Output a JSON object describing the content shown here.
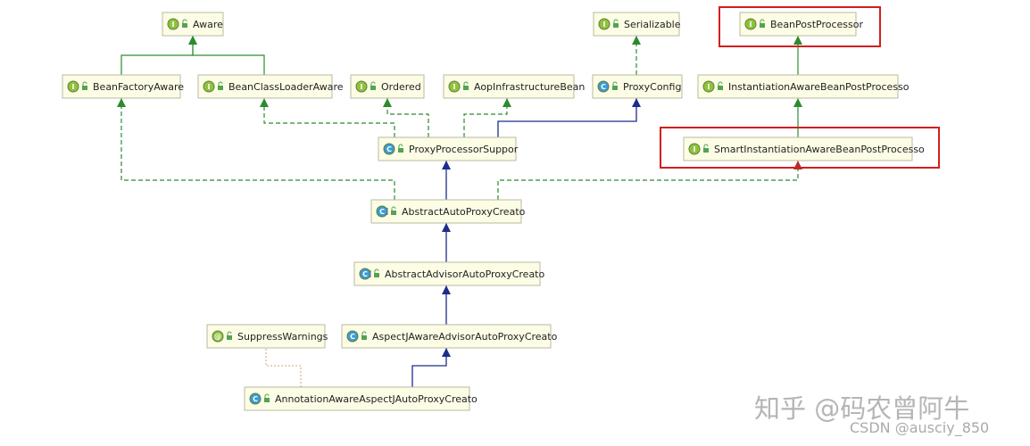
{
  "nodes": [
    {
      "id": "aware",
      "label": "Aware",
      "kind": "I"
    },
    {
      "id": "serializable",
      "label": "Serializable",
      "kind": "I"
    },
    {
      "id": "beanPostProcessor",
      "label": "BeanPostProcessor",
      "kind": "I"
    },
    {
      "id": "beanFactoryAware",
      "label": "BeanFactoryAware",
      "kind": "I"
    },
    {
      "id": "beanClassLoaderAware",
      "label": "BeanClassLoaderAware",
      "kind": "I"
    },
    {
      "id": "ordered",
      "label": "Ordered",
      "kind": "I"
    },
    {
      "id": "aopInfrastructureBean",
      "label": "AopInfrastructureBean",
      "kind": "I"
    },
    {
      "id": "proxyConfig",
      "label": "ProxyConfig",
      "kind": "C"
    },
    {
      "id": "instantiationAwareBPP",
      "label": "InstantiationAwareBeanPostProcesso",
      "kind": "I"
    },
    {
      "id": "proxyProcessorSupport",
      "label": "ProxyProcessorSuppor",
      "kind": "C"
    },
    {
      "id": "smartInstantiationAwareBPP",
      "label": "SmartInstantiationAwareBeanPostProcesso",
      "kind": "I"
    },
    {
      "id": "abstractAutoProxyCreator",
      "label": "AbstractAutoProxyCreato",
      "kind": "CA"
    },
    {
      "id": "abstractAdvisorAutoProxyCreator",
      "label": "AbstractAdvisorAutoProxyCreato",
      "kind": "CA"
    },
    {
      "id": "suppressWarnings",
      "label": "SuppressWarnings",
      "kind": "@"
    },
    {
      "id": "aspectJAwareAdvisorAutoProxyCreator",
      "label": "AspectJAwareAdvisorAutoProxyCreato",
      "kind": "C"
    },
    {
      "id": "annotationAwareAspectJAutoProxyCreator",
      "label": "AnnotationAwareAspectJAutoProxyCreato",
      "kind": "C"
    }
  ],
  "edges": [
    {
      "from": "beanFactoryAware",
      "to": "aware",
      "style": "extends-interface"
    },
    {
      "from": "beanClassLoaderAware",
      "to": "aware",
      "style": "extends-interface"
    },
    {
      "from": "proxyConfig",
      "to": "serializable",
      "style": "implements"
    },
    {
      "from": "instantiationAwareBPP",
      "to": "beanPostProcessor",
      "style": "extends-interface"
    },
    {
      "from": "smartInstantiationAwareBPP",
      "to": "instantiationAwareBPP",
      "style": "extends-interface"
    },
    {
      "from": "proxyProcessorSupport",
      "to": "beanClassLoaderAware",
      "style": "implements"
    },
    {
      "from": "proxyProcessorSupport",
      "to": "ordered",
      "style": "implements"
    },
    {
      "from": "proxyProcessorSupport",
      "to": "aopInfrastructureBean",
      "style": "implements"
    },
    {
      "from": "proxyProcessorSupport",
      "to": "proxyConfig",
      "style": "extends-class"
    },
    {
      "from": "abstractAutoProxyCreator",
      "to": "proxyProcessorSupport",
      "style": "extends-class"
    },
    {
      "from": "abstractAutoProxyCreator",
      "to": "beanFactoryAware",
      "style": "implements"
    },
    {
      "from": "abstractAutoProxyCreator",
      "to": "smartInstantiationAwareBPP",
      "style": "implements"
    },
    {
      "from": "abstractAdvisorAutoProxyCreator",
      "to": "abstractAutoProxyCreator",
      "style": "extends-class"
    },
    {
      "from": "aspectJAwareAdvisorAutoProxyCreator",
      "to": "abstractAdvisorAutoProxyCreator",
      "style": "extends-class"
    },
    {
      "from": "annotationAwareAspectJAutoProxyCreator",
      "to": "aspectJAwareAdvisorAutoProxyCreator",
      "style": "extends-class"
    },
    {
      "from": "annotationAwareAspectJAutoProxyCreator",
      "to": "suppressWarnings",
      "style": "annotation"
    }
  ],
  "highlighted": [
    "beanPostProcessor",
    "smartInstantiationAwareBPP"
  ],
  "colors": {
    "interface_badge": "#8fc23f",
    "class_badge": "#3c9bd6",
    "annotation_badge": "#8fc23f",
    "edge_green": "#2d8b2d",
    "edge_navy": "#1c2e8a",
    "highlight": "#d11f1f"
  },
  "watermark": {
    "main": "知乎 @码农曾阿牛",
    "csdn": "CSDN @ausciy_850"
  }
}
